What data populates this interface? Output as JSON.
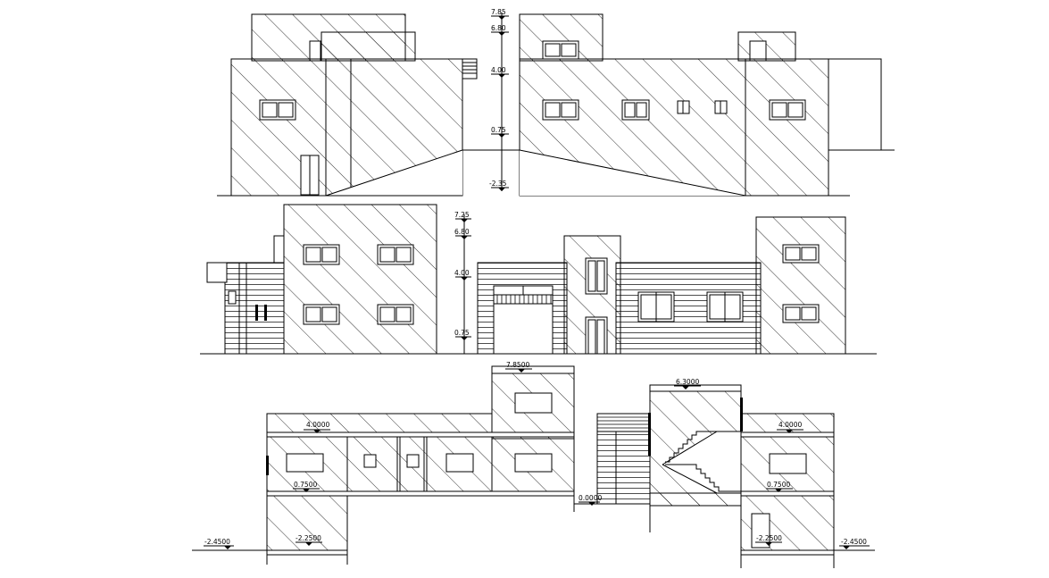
{
  "level_scale": {
    "top": [
      "7.85",
      "6.80",
      "4.00",
      "0.75",
      "-2.35"
    ],
    "middle": [
      "7.25",
      "6.80",
      "4.00",
      "0.75"
    ]
  },
  "section_levels": {
    "left": {
      "roof_top": "7.8500",
      "upper_floor": "4.0000",
      "ground_floor": "0.7500",
      "basement": "-2.2500",
      "outside_grade": "-2.4500"
    },
    "center_ground": "0.0000",
    "right": {
      "stair_top": "6.3000",
      "upper_floor": "4.0000",
      "ground_floor": "0.7500",
      "basement": "-2.2500",
      "outside_grade": "-2.4500"
    }
  },
  "colors": {
    "line": "#000000",
    "background": "#ffffff"
  }
}
